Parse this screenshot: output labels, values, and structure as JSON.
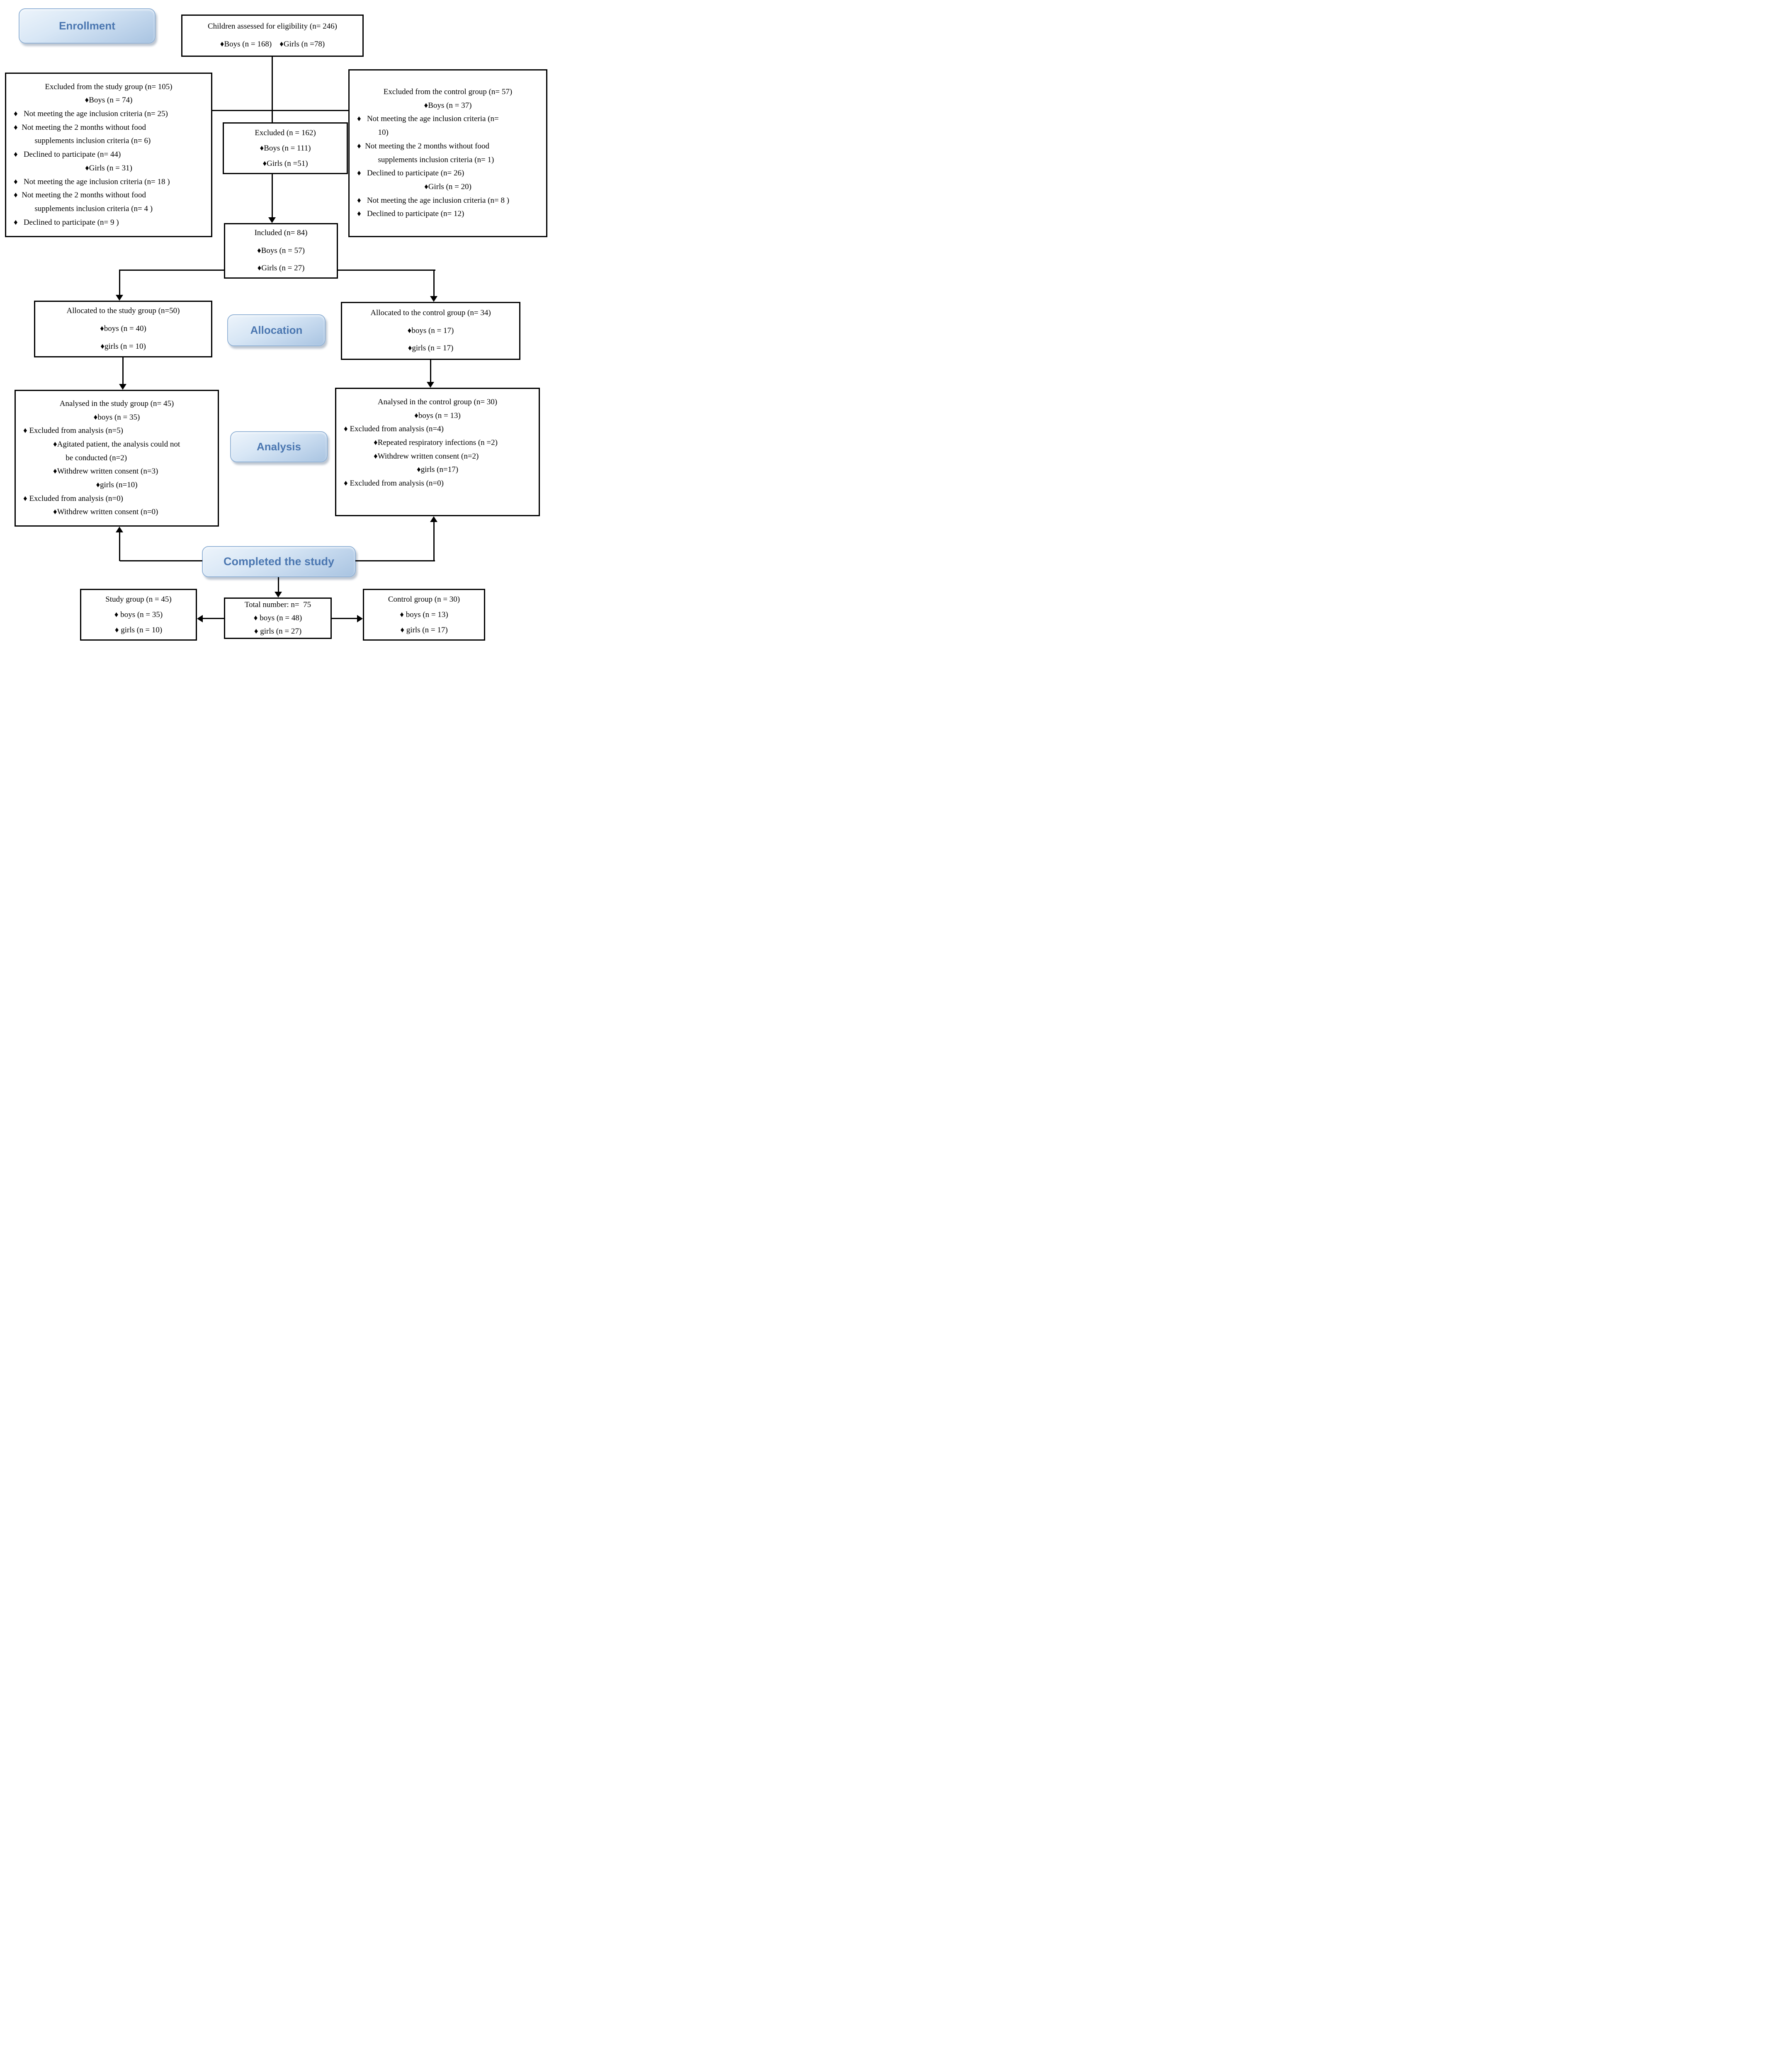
{
  "colors": {
    "label_text": "#4a76b0",
    "label_border": "#94b4d7",
    "label_bg_top": "#edf4fb",
    "label_bg_bottom": "#a9c4e1",
    "line_color": "#000000",
    "box_bg": "#ffffff"
  },
  "stage_labels": {
    "enrollment": "Enrollment",
    "allocation": "Allocation",
    "analysis": "Analysis",
    "completed": "Completed the study"
  },
  "boxes": {
    "children_assessed": {
      "lines": [
        {
          "t": "Children assessed for eligibility (n= 246)",
          "s": "c"
        },
        {
          "t": "♦Boys (n = 168)    ♦Girls (n =78)",
          "s": "c"
        }
      ]
    },
    "excluded_study_group": {
      "lines": [
        {
          "t": "Excluded from the study group (n= 105)",
          "s": "c"
        },
        {
          "t": "♦Boys (n = 74)",
          "s": "c"
        },
        {
          "t": "♦   Not meeting the age inclusion criteria (n= 25)",
          "s": "b"
        },
        {
          "t": "♦  Not meeting the 2 months without food\n      supplements inclusion criteria (n= 6)",
          "s": "b"
        },
        {
          "t": "♦   Declined to participate (n= 44)",
          "s": "b"
        },
        {
          "t": "♦Girls (n = 31)",
          "s": "c"
        },
        {
          "t": "♦   Not meeting the age inclusion criteria (n= 18 )",
          "s": "b"
        },
        {
          "t": "♦  Not meeting the 2 months without food\n      supplements inclusion criteria (n= 4 )",
          "s": "b"
        },
        {
          "t": "♦   Declined to participate (n= 9 )",
          "s": "b"
        }
      ]
    },
    "excluded_total": {
      "lines": [
        {
          "t": "Excluded (n = 162)",
          "s": "c"
        },
        {
          "t": "♦Boys (n = 111)",
          "s": "c"
        },
        {
          "t": "♦Girls (n =51)",
          "s": "c"
        }
      ]
    },
    "excluded_control_group": {
      "lines": [
        {
          "t": "Excluded from the control group (n= 57)",
          "s": "c"
        },
        {
          "t": "♦Boys (n = 37)",
          "s": "c"
        },
        {
          "t": "♦   Not meeting the age inclusion criteria (n=\n      10)",
          "s": "b"
        },
        {
          "t": "♦  Not meeting the 2 months without food\n      supplements inclusion criteria (n= 1)",
          "s": "b"
        },
        {
          "t": "♦   Declined to participate (n= 26)",
          "s": "b"
        },
        {
          "t": "",
          "s": "c"
        },
        {
          "t": "♦Girls (n = 20)",
          "s": "c"
        },
        {
          "t": "♦   Not meeting the age inclusion criteria (n= 8 )",
          "s": "b"
        },
        {
          "t": "♦   Declined to participate (n= 12)",
          "s": "b"
        }
      ]
    },
    "included": {
      "lines": [
        {
          "t": "Included (n= 84)",
          "s": "c"
        },
        {
          "t": "♦Boys (n = 57)",
          "s": "c"
        },
        {
          "t": "♦Girls (n = 27)",
          "s": "c"
        }
      ]
    },
    "allocated_study": {
      "lines": [
        {
          "t": "Allocated to the study group (n=50)",
          "s": "c"
        },
        {
          "t": "♦boys (n = 40)",
          "s": "c"
        },
        {
          "t": "♦girls (n = 10)",
          "s": "c"
        }
      ]
    },
    "allocated_control": {
      "lines": [
        {
          "t": "Allocated to the control group (n= 34)",
          "s": "c"
        },
        {
          "t": "♦boys (n = 17)",
          "s": "c"
        },
        {
          "t": "♦girls (n = 17)",
          "s": "c"
        }
      ]
    },
    "analysed_study": {
      "lines": [
        {
          "t": "Analysed in the study group (n= 45)",
          "s": "c"
        },
        {
          "t": "♦boys (n = 35)",
          "s": "c"
        },
        {
          "t": "♦ Excluded from analysis (n=5)",
          "s": "b"
        },
        {
          "t": "♦Agitated patient, the analysis could not\n   be conducted (n=2)",
          "s": "i"
        },
        {
          "t": "♦Withdrew written consent (n=3)",
          "s": "i"
        },
        {
          "t": "♦girls (n=10)",
          "s": "c"
        },
        {
          "t": "♦ Excluded from analysis (n=0)",
          "s": "b"
        },
        {
          "t": "♦Withdrew written consent (n=0)",
          "s": "i"
        }
      ]
    },
    "analysed_control": {
      "lines": [
        {
          "t": "Analysed in the control group (n= 30)",
          "s": "c"
        },
        {
          "t": "♦boys (n = 13)",
          "s": "c"
        },
        {
          "t": "♦ Excluded from analysis (n=4)",
          "s": "b"
        },
        {
          "t": "♦Repeated respiratory infections (n =2)",
          "s": "i"
        },
        {
          "t": "♦Withdrew written consent (n=2)",
          "s": "i"
        },
        {
          "t": "♦girls (n=17)",
          "s": "c"
        },
        {
          "t": "♦ Excluded from analysis (n=0)",
          "s": "b"
        }
      ]
    },
    "completed_study_group": {
      "lines": [
        {
          "t": "Study group (n = 45)",
          "s": "c"
        },
        {
          "t": "♦ boys (n = 35)",
          "s": "c"
        },
        {
          "t": "♦ girls (n = 10)",
          "s": "c"
        }
      ]
    },
    "completed_total": {
      "lines": [
        {
          "t": "Total number: n=  75",
          "s": "c"
        },
        {
          "t": "♦ boys (n = 48)",
          "s": "c"
        },
        {
          "t": "♦ girls (n = 27)",
          "s": "c"
        }
      ]
    },
    "completed_control_group": {
      "lines": [
        {
          "t": "Control group (n = 30)",
          "s": "c"
        },
        {
          "t": "♦ boys (n = 13)",
          "s": "c"
        },
        {
          "t": "♦ girls (n = 17)",
          "s": "c"
        }
      ]
    }
  }
}
